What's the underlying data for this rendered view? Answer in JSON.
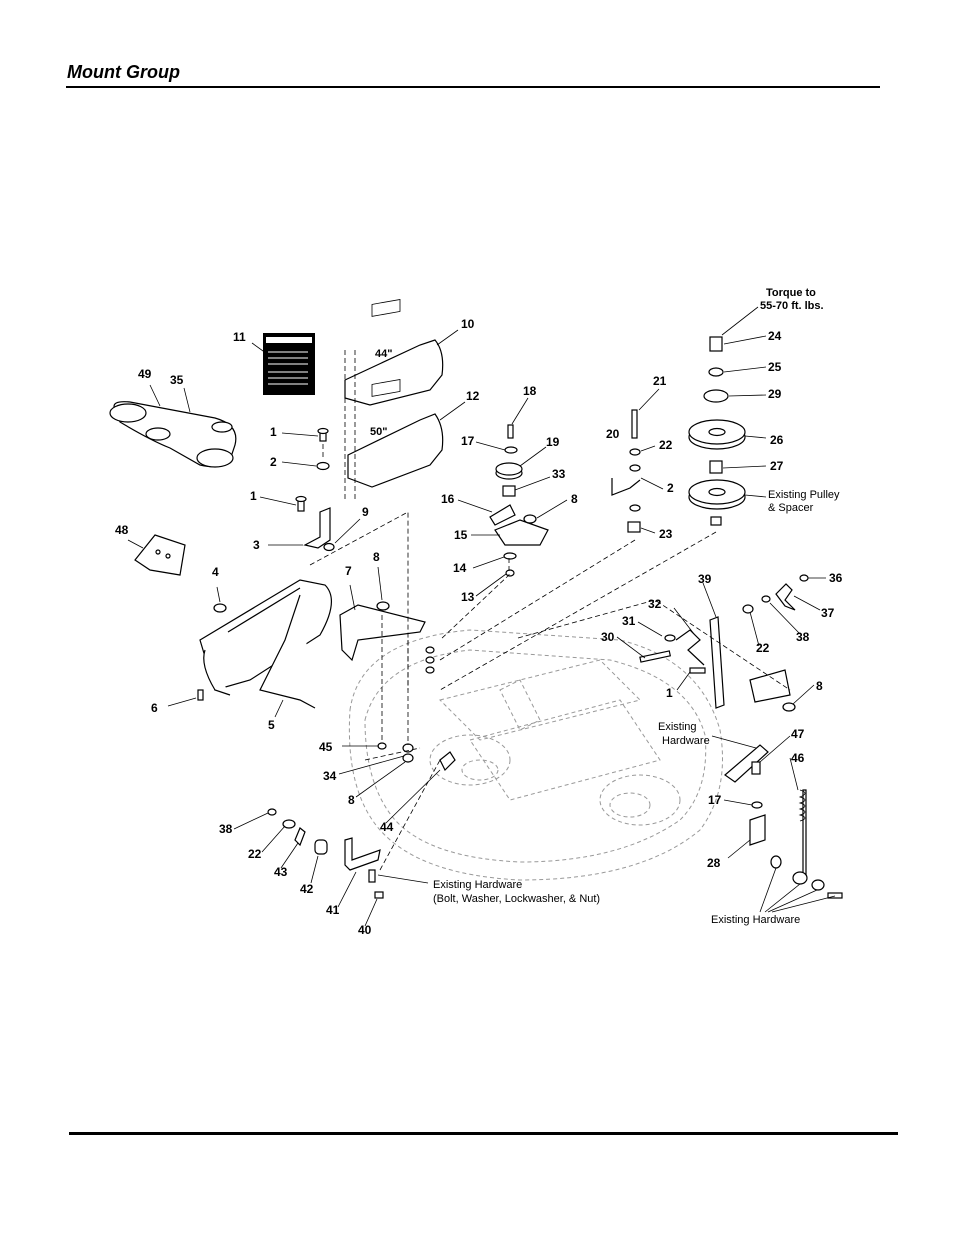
{
  "page": {
    "title": "Mount Group"
  },
  "notes": {
    "torque_line1": "Torque to",
    "torque_line2": "55-70 ft. lbs.",
    "size_44": "44\"",
    "size_50": "50\"",
    "existing_pulley_line1": "Existing Pulley",
    "existing_pulley_line2": "& Spacer",
    "existing_hw_a_line1": "Existing",
    "existing_hw_a_line2": "Hardware",
    "existing_hw_b_line1": "Existing Hardware",
    "existing_hw_b_line2": "(Bolt, Washer, Lockwasher, & Nut)",
    "existing_hw_c": "Existing Hardware"
  },
  "callouts": {
    "c11": "11",
    "c10": "10",
    "c49": "49",
    "c35": "35",
    "c12": "12",
    "c1a": "1",
    "c2a": "2",
    "c1b": "1",
    "c9": "9",
    "c3": "3",
    "c48": "48",
    "c4": "4",
    "c7": "7",
    "c8a": "8",
    "c6": "6",
    "c5": "5",
    "c18": "18",
    "c17a": "17",
    "c19": "19",
    "c33": "33",
    "c16": "16",
    "c8b": "8",
    "c15": "15",
    "c14": "14",
    "c13": "13",
    "c21": "21",
    "c20": "20",
    "c22a": "22",
    "c2b": "2",
    "c23": "23",
    "c24": "24",
    "c25": "25",
    "c29": "29",
    "c26": "26",
    "c27": "27",
    "c39": "39",
    "c36": "36",
    "c32": "32",
    "c37": "37",
    "c31": "31",
    "c38a": "38",
    "c30": "30",
    "c22b": "22",
    "c1c": "1",
    "c8c": "8",
    "c45": "45",
    "c34": "34",
    "c8d": "8",
    "c44": "44",
    "c47": "47",
    "c46": "46",
    "c17b": "17",
    "c38b": "38",
    "c22c": "22",
    "c43": "43",
    "c42": "42",
    "c41": "41",
    "c40": "40",
    "c28": "28"
  }
}
